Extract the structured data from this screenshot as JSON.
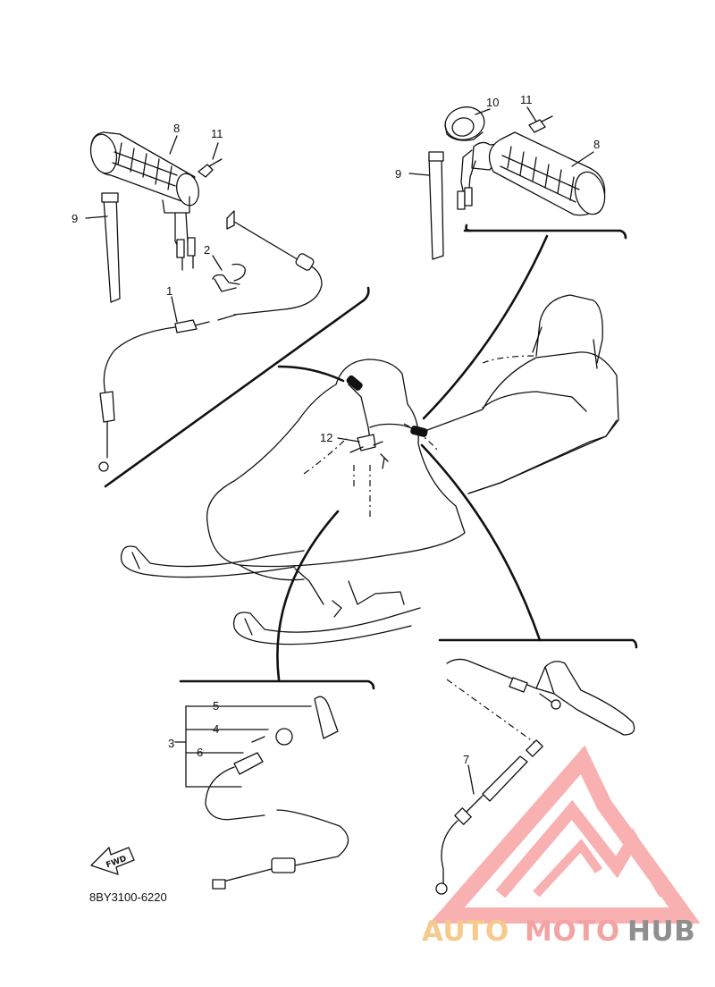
{
  "callouts": {
    "c1": "1",
    "c2": "2",
    "c3": "3",
    "c4": "4",
    "c5": "5",
    "c6": "6",
    "c7": "7",
    "c8_left": "8",
    "c8_right": "8",
    "c9_left": "9",
    "c9_right": "9",
    "c10": "10",
    "c11_left": "11",
    "c11_right": "11",
    "c12": "12"
  },
  "fwd_label": "FWD",
  "part_code": "8BY3100-6220",
  "watermark": {
    "part1": "AUTO",
    "part2": "MOTO",
    "part3": "HUB",
    "colors": {
      "auto": "#f6c98c",
      "moto": "#f4a3a3",
      "hub": "#8f8f8f",
      "logo": "#f7a3a3"
    }
  }
}
